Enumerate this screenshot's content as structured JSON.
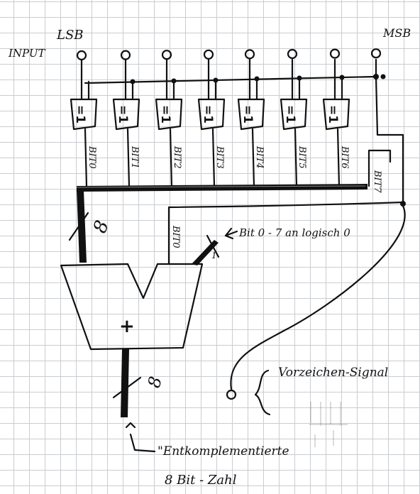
{
  "labels": {
    "input": "INPUT",
    "lsb": "LSB",
    "msb": "MSB",
    "bits": [
      "BIT0",
      "BIT1",
      "BIT2",
      "BIT3",
      "BIT4",
      "BIT5",
      "BIT6"
    ],
    "bit7": "BIT7",
    "bit0_adder": "BIT0",
    "bus_width": "8",
    "carry_in": "1",
    "carry_annotation": "Bit 0 - 7 an logisch 0",
    "sign_signal": "Vorzeichen-Signal",
    "adder_symbol": "+",
    "output_width": "8",
    "output_label_line1": "\"Entkomplementierte",
    "output_label_line2": "8 Bit - Zahl"
  }
}
